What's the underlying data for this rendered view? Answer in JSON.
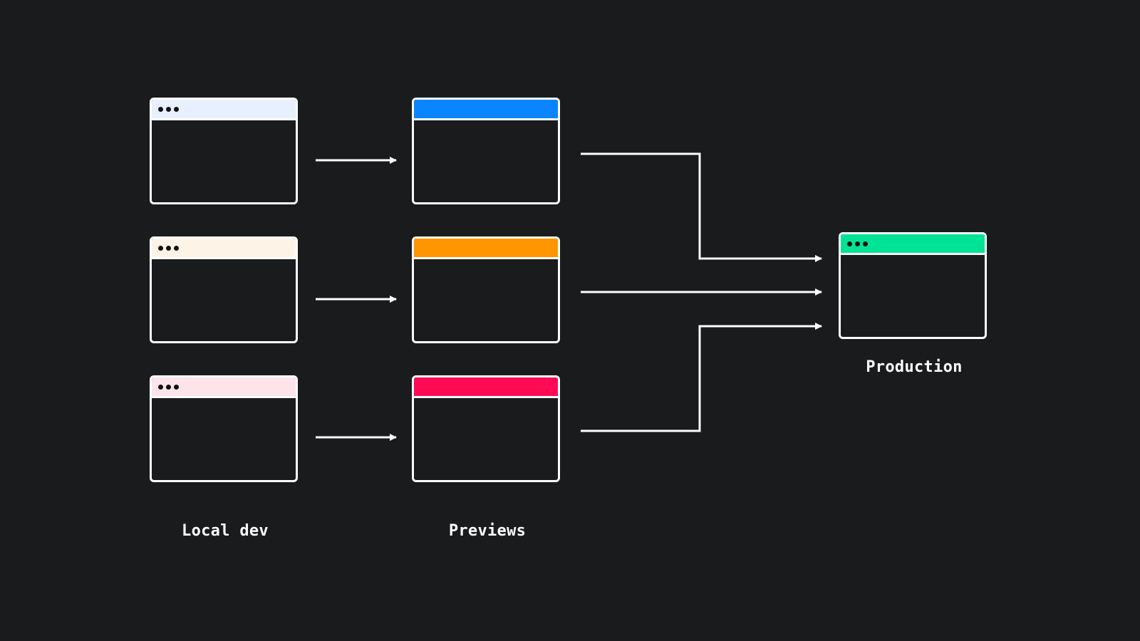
{
  "labels": {
    "local_dev": "Local dev",
    "previews": "Previews",
    "production": "Production"
  },
  "colors": {
    "background": "#1a1b1d",
    "stroke": "#ffffff",
    "local_dev_bars": [
      "#e8f0ff",
      "#fdf3e7",
      "#fde3ea"
    ],
    "preview_bars": [
      "#0a84ff",
      "#ff9500",
      "#ff0a54"
    ],
    "production_bar": "#00e396"
  }
}
